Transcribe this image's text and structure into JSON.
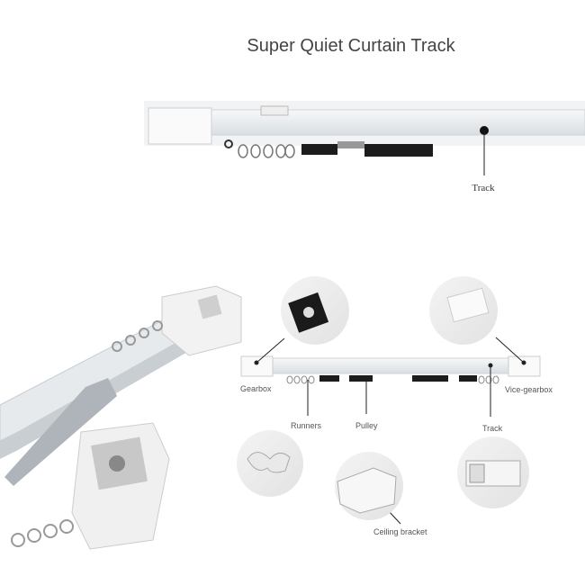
{
  "title": "Super Quiet Curtain Track",
  "top_diagram": {
    "track_label": "Track"
  },
  "parts_diagram": {
    "labels": {
      "gearbox": "Gearbox",
      "vice_gearbox": "Vice-gearbox",
      "runners": "Runners",
      "pulley": "Pulley",
      "track": "Track",
      "ceiling_bracket": "Ceiling bracket"
    }
  },
  "colors": {
    "track": "#e8ecef",
    "pulley": "#1c1c1c",
    "leader": "#222222"
  }
}
